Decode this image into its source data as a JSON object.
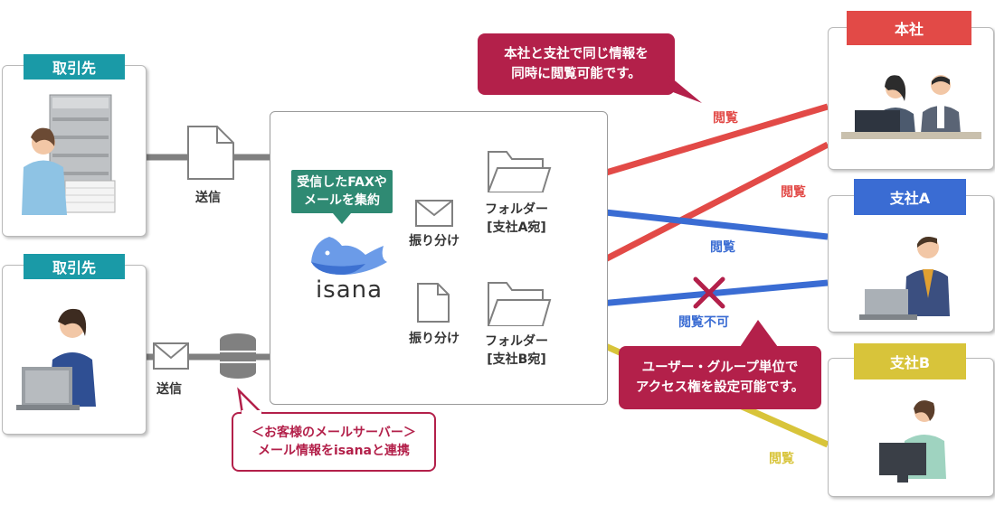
{
  "clients": [
    {
      "tag": "取引先"
    },
    {
      "tag": "取引先"
    }
  ],
  "send_label_1": "送信",
  "send_label_2": "送信",
  "mail_server_bubble": {
    "line1": "＜お客様のメールサーバー＞",
    "line2": "メール情報をisanaと連携"
  },
  "center": {
    "collect_bubble_line1": "受信したFAXや",
    "collect_bubble_line2": "メールを集約",
    "logo_text": "isana",
    "distribute_label_1": "振り分け",
    "distribute_label_2": "振り分け",
    "folder_a_line1": "フォルダー",
    "folder_a_line2": "[支社A宛]",
    "folder_b_line1": "フォルダー",
    "folder_b_line2": "[支社B宛]"
  },
  "top_bubble": {
    "line1": "本社と支社で同じ情報を",
    "line2": "同時に閲覧可能です。"
  },
  "bottom_bubble": {
    "line1": "ユーザー・グループ単位で",
    "line2": "アクセス権を設定可能です。"
  },
  "offices": {
    "hq": "本社",
    "branch_a": "支社A",
    "branch_b": "支社B"
  },
  "arrows": {
    "view_1": "閲覧",
    "view_2": "閲覧",
    "view_3": "閲覧",
    "view_4": "閲覧",
    "denied": "閲覧不可"
  },
  "colors": {
    "hq": "#e24a47",
    "branch_a": "#3a6cd3",
    "branch_b": "#d8c43a",
    "accent": "#b3204a",
    "teal": "#1a9aa7"
  }
}
